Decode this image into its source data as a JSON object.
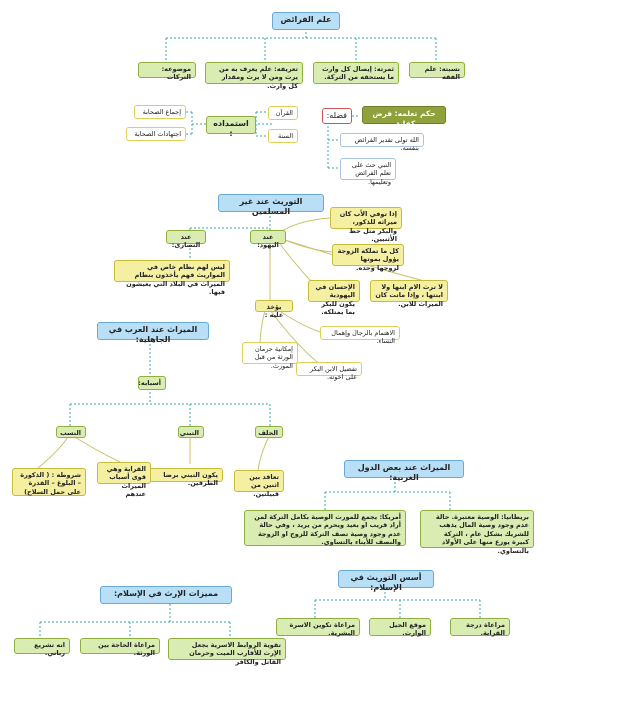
{
  "faraid": {
    "title": "علم الفرائض",
    "items": [
      "نسبته: علم الفقه",
      "ثمرته: إيصال كل وارث ما يستحقه من التركة.",
      "تعريفه: علم يعرف به من يرث ومن لا يرث ومقدار كل وارث.",
      "موضوعه: التركات"
    ]
  },
  "istimdad": {
    "label": "استمداده :",
    "right": [
      "القرآن",
      "السنة"
    ],
    "left": [
      "إجماع الصحابة",
      "اجتهادات الصحابة"
    ]
  },
  "fadl": {
    "hukm": "حكم تعلمه: فرض كفاية.",
    "label": "فضله:",
    "items": [
      "الله تولى تقدير الفرائض بنفسه.",
      "النبي حث على تعلم الفرائض وتعليمها."
    ]
  },
  "non_muslims": {
    "title": "التوريث عند غير المسلمين",
    "christians": "عند النصارى:",
    "christians_note": "ليس لهم نظام خاص في المواريث فهم يأخذون بنظام الميراث في البلاد التي يعيشون فيها.",
    "jews": "عند اليهود:",
    "jews_items": [
      "إذا توفي الأب كان ميراثه للذكور، والبكر مثل حظ الأثنيين.",
      "كل ما تملكه الزوجة يؤول بموتها لزوجها وحده.",
      "لا ترث الام ابنها ولا ابنتها ، وإذا ماتت كان الميراث للابن.",
      "الإحسان في اليهودية يكون للبكر بما يمتلكه."
    ],
    "criticized": "يؤخذ عليه :",
    "criticized_items": [
      "الاهتمام بالرجال وإهمال النساء.",
      "إمكانية حرمان الورثة من قبل المورث.",
      "تفضيل الابن البكر على اخوته."
    ]
  },
  "jahiliyya": {
    "title": "الميراث عند العرب في الجاهلية:",
    "causes": "أسبابه:",
    "branches": [
      {
        "label": "الحلف",
        "note": "تعاقد بين اثنين من قبيلتين."
      },
      {
        "label": "التبني",
        "note": "يكون التبني برضا الطرفين."
      },
      {
        "label": "النسب",
        "notes": [
          "القرابة وهي قوى أسباب الميراث عندهم",
          "شروطه : ( الذكورة – البلوغ – القدرة على حمل السلاح)"
        ]
      }
    ]
  },
  "western": {
    "title": "الميراث عند بعض الدول الغربية:",
    "britain": "بريطانيا: الوصية معتبرة. حالة عدم وجود وصية المال يذهب للشريك بشكل عام ، التركة كبيرة يوزع منها على الأولاد بالتساوي.",
    "america": "أمريكا: يجمع للمورث الوصية بكامل التركة لمن أراد قريب او بعيد ويحرم من يريد ، وفي حالة عدم وجود وصية تصف التركة للزوج او الزوجة والنصف للأبناء بالتساوي."
  },
  "islam_basis": {
    "title": "أسس التوريث في الإسلام:",
    "items": [
      "مراعاة درجة القرابة.",
      "موقع الجيل الوارث.",
      "مراعاة تكوين الاسرة البشرية."
    ]
  },
  "islam_features": {
    "title": "مميزات الإرث في الإسلام:",
    "items": [
      "تقوية الروابط الاسرية بجعل الإرث للأقارب الميت وحرمان القاتل والكافر",
      "مراعاة الحاجة بين الورثة.",
      "انه تشريع رباني."
    ]
  }
}
